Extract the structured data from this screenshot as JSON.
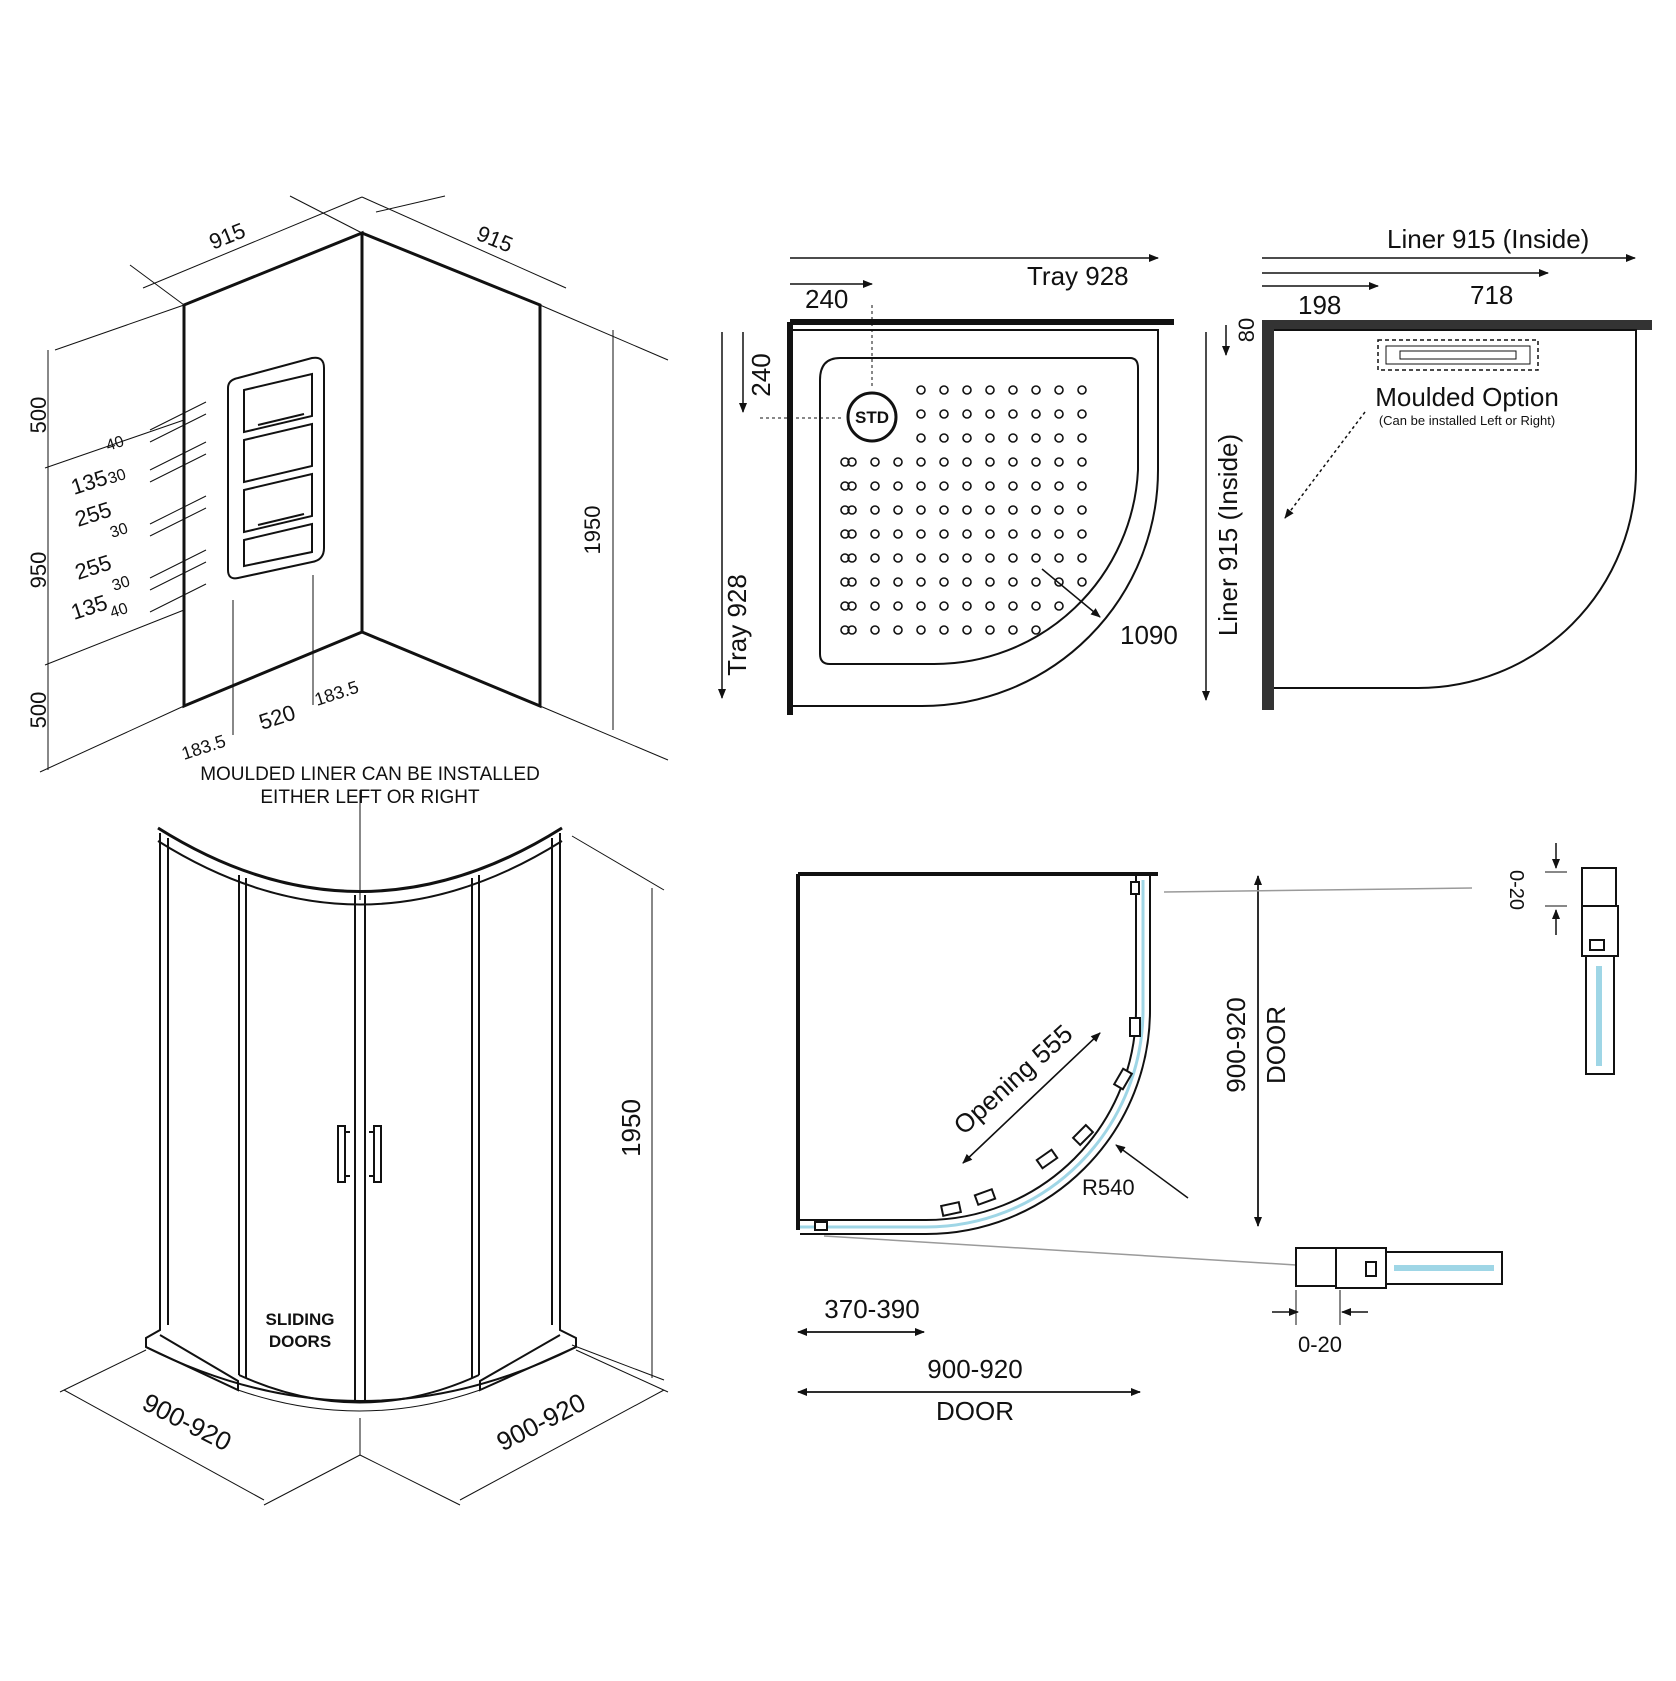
{
  "colors": {
    "ink": "#111111",
    "glass": "#9fd6e6",
    "grey": "#9a9a9a"
  },
  "liner_3d": {
    "width_left": "915",
    "width_right": "915",
    "height_total": "1950",
    "h_top": "500",
    "h_mid": "950",
    "h_bottom": "500",
    "shelf_a": "40",
    "shelf_b": "135",
    "shelf_c": "30",
    "shelf_d": "255",
    "shelf_e": "30",
    "shelf_f": "255",
    "shelf_g": "30",
    "shelf_h": "135",
    "shelf_i": "40",
    "offset_left": "183.5",
    "module_width": "520",
    "offset_right": "183.5",
    "note_line1": "MOULDED LINER CAN BE INSTALLED",
    "note_line2": "EITHER LEFT OR RIGHT"
  },
  "tray_plan": {
    "tray_width": "Tray 928",
    "waste_x": "240",
    "waste_y": "240",
    "tray_depth": "Tray 928",
    "waste_label": "STD",
    "diagonal": "1090"
  },
  "liner_plan": {
    "liner_width": "Liner 915 (Inside)",
    "offset": "198",
    "module": "718",
    "top_gap": "80",
    "liner_depth": "Liner 915 (Inside)",
    "option_title": "Moulded Option",
    "option_note": "(Can be installed Left or Right)"
  },
  "enclosure_3d": {
    "height": "1950",
    "doors_line1": "SLIDING",
    "doors_line2": "DOORS",
    "width_left": "900-920",
    "width_right": "900-920"
  },
  "door_plan": {
    "opening": "Opening 555",
    "radius": "R540",
    "depth": "900-920",
    "depth_label": "DOOR",
    "adjust_top": "0-20",
    "adjust_bottom": "0-20",
    "min_entry": "370-390",
    "width": "900-920",
    "width_label": "DOOR"
  }
}
